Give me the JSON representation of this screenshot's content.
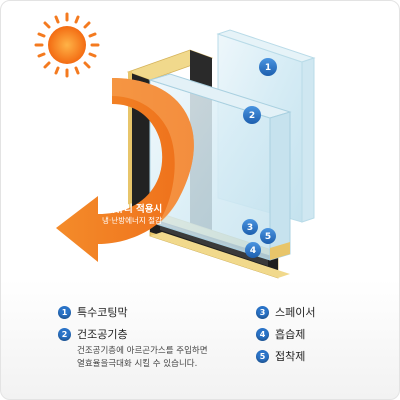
{
  "callout": {
    "line1": "로이유리 적용시",
    "line2": "냉·난방에너지 절감"
  },
  "badges": [
    {
      "number": "1"
    },
    {
      "number": "2"
    },
    {
      "number": "3"
    },
    {
      "number": "4"
    },
    {
      "number": "5"
    }
  ],
  "legend": {
    "items": [
      {
        "number": "1",
        "label": "특수코팅막"
      },
      {
        "number": "2",
        "label": "건조공기층",
        "description_line1": "건조공기층에 아르곤가스를 주입하면",
        "description_line2": "열효율을극대화 시킬 수 있습니다."
      },
      {
        "number": "3",
        "label": "스페이서"
      },
      {
        "number": "4",
        "label": "흡습제"
      },
      {
        "number": "5",
        "label": "접착제"
      }
    ]
  },
  "colors": {
    "sun": "#f47a1f",
    "arrow": "#f07a22",
    "badge": "#2a73c7",
    "frame_edge": "#e8c56a"
  }
}
